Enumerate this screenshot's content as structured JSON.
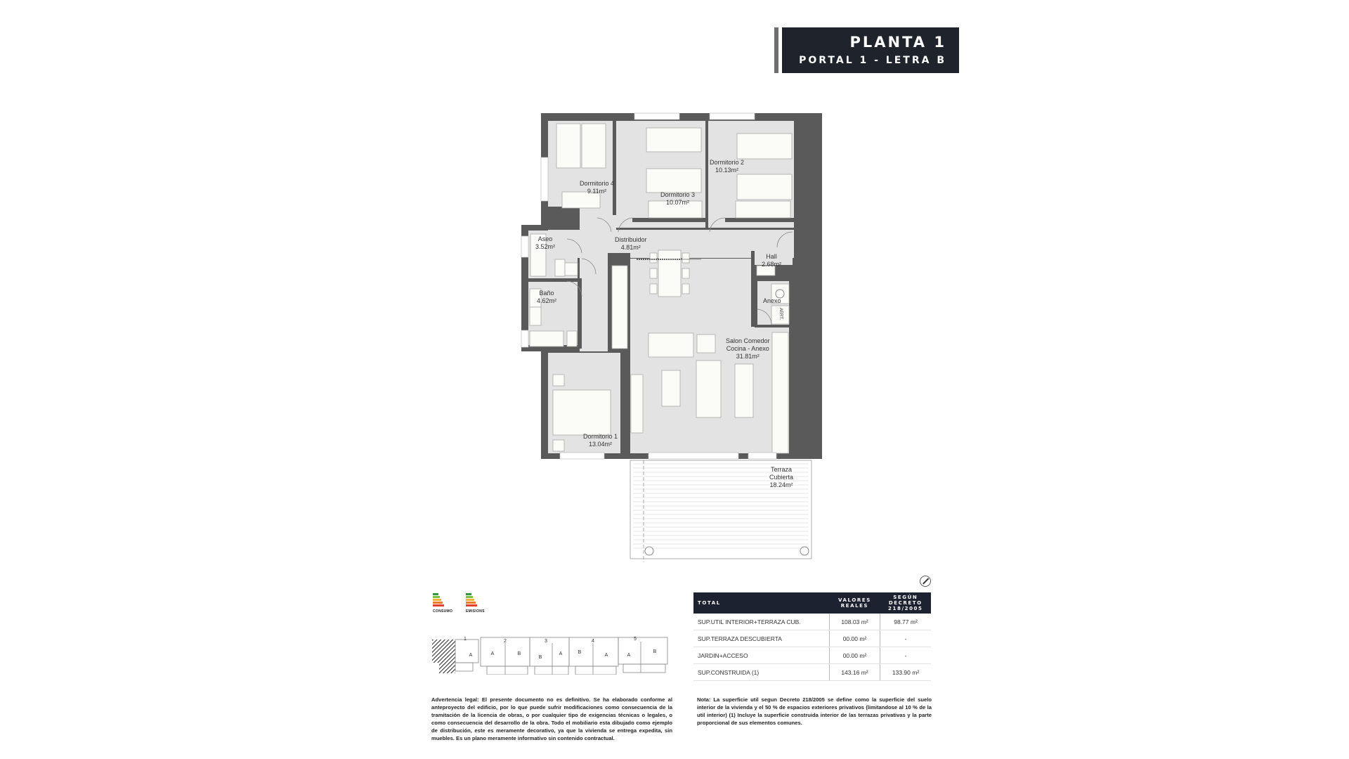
{
  "header": {
    "title": "PLANTA 1",
    "subtitle": "PORTAL 1 - LETRA B"
  },
  "plan": {
    "rooms": [
      {
        "name": "Dormitorio 4",
        "area": "9.11m²"
      },
      {
        "name": "Dormitorio 3",
        "area": "10.07m²"
      },
      {
        "name": "Dormitorio 2",
        "area": "10.13m²"
      },
      {
        "name": "Aseo",
        "area": "3.52m²"
      },
      {
        "name": "Distribuidor",
        "area": "4.81m²"
      },
      {
        "name": "Hall",
        "area": "2.68m²"
      },
      {
        "name": "Baño",
        "area": "4.62m²"
      },
      {
        "name": "Anexo",
        "area": ""
      },
      {
        "name": "Salon Comedor",
        "name2": "Cocina - Anexo",
        "area": "31.81m²"
      },
      {
        "name": "Dormitorio 1",
        "area": "13.04m²"
      },
      {
        "name": "Terraza",
        "name2": "Cubierta",
        "area": "18.24m²"
      }
    ],
    "appliance_label": "AERT.",
    "colors": {
      "wall": "#5a5a5a",
      "floor": "#e3e3e3",
      "furniture": "#fbfbf8"
    }
  },
  "energy": {
    "consumo_label": "CONSUMO",
    "emisiones_label": "EMISIONS",
    "bar_colors": [
      "#2e9a3e",
      "#7cc242",
      "#d8d83a",
      "#f3b23a",
      "#ec7a2a",
      "#e0402c",
      "#c41d22"
    ]
  },
  "key_plan": {
    "portals": [
      {
        "number": "1",
        "units": [
          "A"
        ]
      },
      {
        "number": "2",
        "units": [
          "A",
          "B"
        ]
      },
      {
        "number": "3",
        "units": [
          "B",
          "A"
        ]
      },
      {
        "number": "4",
        "units": [
          "B",
          "A"
        ]
      },
      {
        "number": "5",
        "units": [
          "A",
          "B"
        ]
      }
    ]
  },
  "surfaces": {
    "headers": [
      "TOTAL",
      "VALORES REALES",
      "SEGÚN DECRETO 218/2005"
    ],
    "rows": [
      {
        "label": "SUP.UTIL INTERIOR+TERRAZA CUB.",
        "real": "108.03 m²",
        "decreto": "98.77 m²"
      },
      {
        "label": "SUP.TERRAZA DESCUBIERTA",
        "real": "00.00 m²",
        "decreto": "-"
      },
      {
        "label": "JARDIN+ACCESO",
        "real": "00.00 m²",
        "decreto": "-"
      },
      {
        "label": "SUP.CONSTRUIDA (1)",
        "real": "143.16 m²",
        "decreto": "133.90 m²"
      }
    ]
  },
  "legal": {
    "advertencia_title": "Advertencia legal:",
    "advertencia_text": "El presente documento no es definitivo. Se ha elaborado conforme al anteproyecto del edificio, por lo que puede sufrir modificaciones como consecuencia de la tramitación de la licencia de obras, o por cualquier tipo de exigencias técnicas o legales, o como consecuencia del desarrollo de la obra. Todo el mobiliario esta dibujado como ejemplo de distribución, este es meramente decorativo, ya que la vivienda se entrega expedita, sin muebles. Es un plano meramente informativo sin contenido contractual.",
    "nota_title": "Nota:",
    "nota_text": "La superficie util segun Decreto 218/2005 se define como la superficie del suelo interior de la vivienda y el 50 % de espacios exteriores privativos (limitandose al 10 % de la util interior) (1) Incluye la superficie construida interior de las terrazas privativas y la parte proporcional de sus elementos comunes."
  }
}
